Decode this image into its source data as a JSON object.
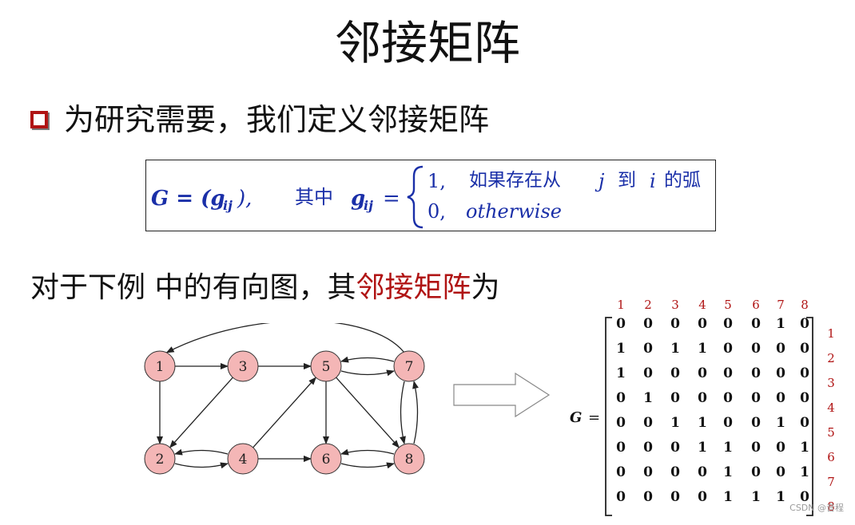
{
  "title": "邻接矩阵",
  "bullet": {
    "text": "为研究需要，我们定义邻接矩阵"
  },
  "formula": {
    "lhs": "G = (g",
    "lhs_sub": "ij",
    "lhs_close": "),",
    "where": "其中",
    "g": "g",
    "g_sub": "ij",
    "eq": "=",
    "case1_value": "1,",
    "case1_text_a": "如果存在从",
    "case1_j": "j",
    "case1_text_b": "到",
    "case1_i": "i",
    "case1_text_c": "的弧",
    "case2_value": "0,",
    "case2_text": "otherwise"
  },
  "example": {
    "text_before": "对于下例 中的有向图，其",
    "text_red": "邻接矩阵",
    "text_after": "为"
  },
  "graph": {
    "nodes": [
      "1",
      "2",
      "3",
      "4",
      "5",
      "6",
      "7",
      "8"
    ],
    "edges": [
      [
        "1",
        "3"
      ],
      [
        "1",
        "2"
      ],
      [
        "3",
        "5"
      ],
      [
        "3",
        "2"
      ],
      [
        "2",
        "4"
      ],
      [
        "4",
        "2"
      ],
      [
        "4",
        "6"
      ],
      [
        "4",
        "5"
      ],
      [
        "5",
        "7"
      ],
      [
        "7",
        "5"
      ],
      [
        "5",
        "6"
      ],
      [
        "5",
        "8"
      ],
      [
        "6",
        "8"
      ],
      [
        "8",
        "6"
      ],
      [
        "8",
        "7"
      ],
      [
        "7",
        "8"
      ],
      [
        "7",
        "1"
      ]
    ]
  },
  "matrix": {
    "label": "G",
    "eq": "=",
    "col_labels": [
      "1",
      "2",
      "3",
      "4",
      "5",
      "6",
      "7",
      "8"
    ],
    "row_labels": [
      "1",
      "2",
      "3",
      "4",
      "5",
      "6",
      "7",
      "8"
    ],
    "rows": [
      [
        "0",
        "0",
        "0",
        "0",
        "0",
        "0",
        "1",
        "0"
      ],
      [
        "1",
        "0",
        "1",
        "1",
        "0",
        "0",
        "0",
        "0"
      ],
      [
        "1",
        "0",
        "0",
        "0",
        "0",
        "0",
        "0",
        "0"
      ],
      [
        "0",
        "1",
        "0",
        "0",
        "0",
        "0",
        "0",
        "0"
      ],
      [
        "0",
        "0",
        "1",
        "1",
        "0",
        "0",
        "1",
        "0"
      ],
      [
        "0",
        "0",
        "0",
        "1",
        "1",
        "0",
        "0",
        "1"
      ],
      [
        "0",
        "0",
        "0",
        "0",
        "1",
        "0",
        "0",
        "1"
      ],
      [
        "0",
        "0",
        "0",
        "0",
        "1",
        "1",
        "1",
        "0"
      ]
    ]
  },
  "watermark": "CSDN @音程",
  "colors": {
    "accent_red": "#b01414",
    "node_fill": "#f4b6b6",
    "formula_blue": "#1a2fa8",
    "label_red": "#b01414"
  }
}
